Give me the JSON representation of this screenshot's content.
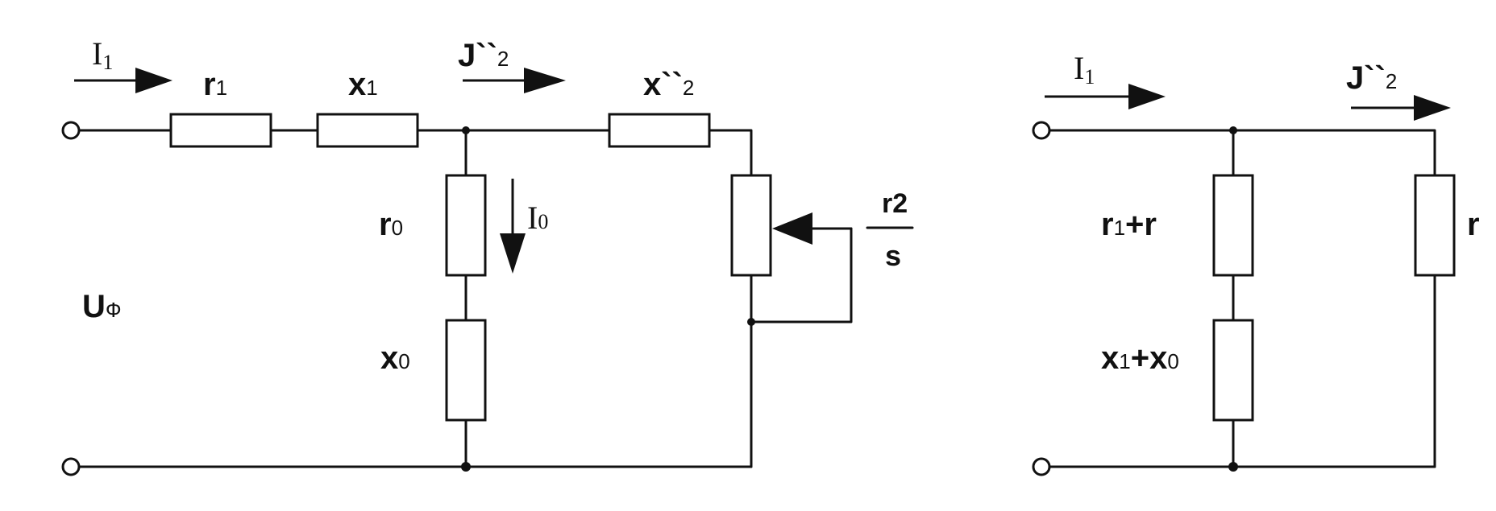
{
  "left_circuit": {
    "current_in": {
      "main": "I",
      "sub": "1"
    },
    "current_mid": {
      "main": "J``",
      "sub": "2"
    },
    "current_branch": {
      "main": "I",
      "sub": "0"
    },
    "voltage": {
      "main": "U",
      "sub": "Ф"
    },
    "r1": {
      "main": "r",
      "sub": "1"
    },
    "x1": {
      "main": "x",
      "sub": "1"
    },
    "x2": {
      "main": "x``",
      "sub": "2"
    },
    "r0": {
      "main": "r",
      "sub": "0"
    },
    "x0": {
      "main": "x",
      "sub": "0"
    },
    "load_num": "r2",
    "load_den": "s"
  },
  "right_circuit": {
    "current_in": {
      "main": "I",
      "sub": "1"
    },
    "current_out": {
      "main": "J``",
      "sub": "2"
    },
    "branch_r": {
      "main": "r",
      "sub": "1",
      "tail": "+r"
    },
    "branch_x": {
      "main": "x",
      "sub": "1",
      "mid": "+x",
      "sub2": "0"
    },
    "load": "r"
  }
}
